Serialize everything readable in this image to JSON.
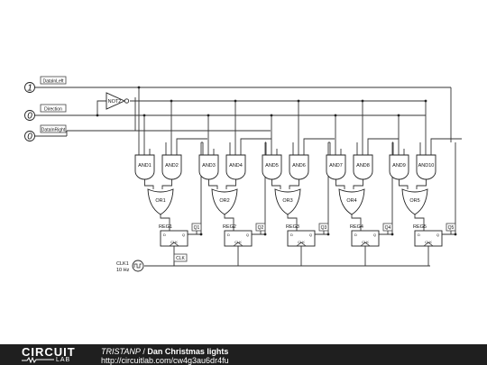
{
  "inputs": [
    {
      "value": "1",
      "label": "DataInLeft"
    },
    {
      "value": "0",
      "label": "Direction"
    },
    {
      "value": "0",
      "label": "DataInRight"
    }
  ],
  "not_gate": "NOT2",
  "and_gates": [
    "AND1",
    "AND2",
    "AND3",
    "AND4",
    "AND5",
    "AND6",
    "AND7",
    "AND8",
    "AND9",
    "AND10"
  ],
  "or_gates": [
    "OR1",
    "OR2",
    "OR3",
    "OR4",
    "OR5"
  ],
  "registers": [
    "REG1",
    "REG2",
    "REG3",
    "REG4",
    "REG5"
  ],
  "outputs": [
    "Q1",
    "Q2",
    "Q3",
    "Q4",
    "Q5"
  ],
  "reg_pins": {
    "d": "D",
    "q": "Q",
    "clk": "CLK"
  },
  "clock": {
    "name": "CLK1",
    "freq": "10 Hz",
    "label": "CLK"
  },
  "footer": {
    "logo_top": "CIRCUIT",
    "logo_bottom": "LAB",
    "author": "TRISTANP",
    "separator": " / ",
    "title": "Dan Christmas lights",
    "url": "http://circuitlab.com/cw4g3au6dr4fu"
  }
}
